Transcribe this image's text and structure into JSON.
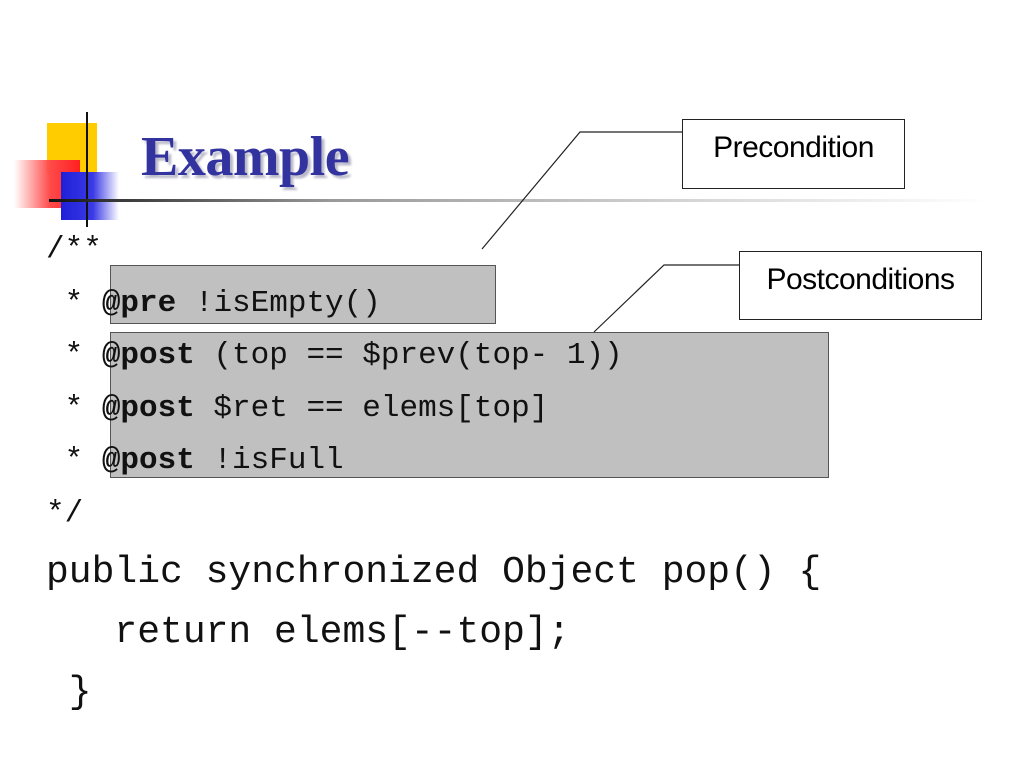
{
  "slide": {
    "title": "Example"
  },
  "code": {
    "line1": "/**",
    "line2_prefix": " * ",
    "line2_tag": "@pre",
    "line2_rest": " !isEmpty()",
    "line3_prefix": " * ",
    "line3_tag": "@post",
    "line3_rest": " (top == $prev(top- 1))",
    "line4_prefix": " * ",
    "line4_tag": "@post",
    "line4_rest": " $ret == elems[top]",
    "line5_prefix": " * ",
    "line5_tag": "@post",
    "line5_rest": " !isFull",
    "line6": "*/",
    "line7": "public synchronized Object pop() {",
    "line8": "   return elems[--top];",
    "line9": " }"
  },
  "callouts": {
    "precondition": "Precondition",
    "postconditions": "Postconditions"
  },
  "colors": {
    "title": "#3333a0",
    "highlight": "#c0c0c0",
    "accent_yellow": "#ffcc00",
    "accent_red": "#ff2020",
    "accent_blue": "#1f1fd8"
  }
}
